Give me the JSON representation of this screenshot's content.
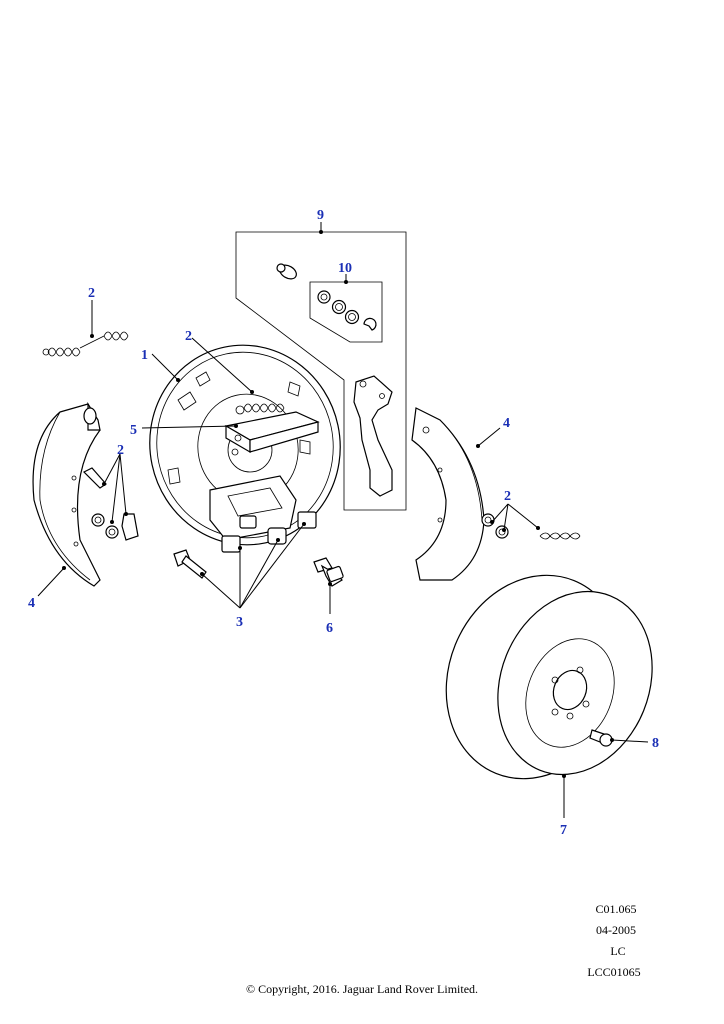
{
  "callouts": [
    "1",
    "2",
    "3",
    "4",
    "5",
    "6",
    "7",
    "8",
    "9",
    "10"
  ],
  "meta": {
    "code": "C01.065",
    "date": "04-2005",
    "region": "LC",
    "ref": "LCC01065"
  },
  "copyright": "© Copyright, 2016. Jaguar Land Rover Limited.",
  "colors": {
    "callout": "#1a2fb5",
    "line": "#000000",
    "background": "#ffffff"
  }
}
